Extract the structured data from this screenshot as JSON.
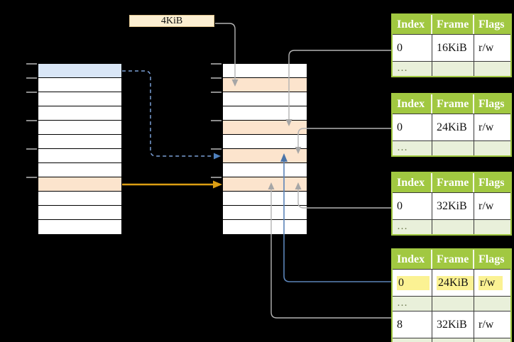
{
  "colors": {
    "green": "#a1c841",
    "row_green": "#e9f0da",
    "dots_text": "#6e7b50",
    "highlight": "#fbf293",
    "blue_fill": "#d9e6f6",
    "orange_fill": "#fce4cd",
    "cream_fill": "#fcefd2",
    "gray_line": "#b3b3b3",
    "gray_head": "#a6a6a6",
    "blue_line": "#5b84b8",
    "blue_head": "#4a74a8",
    "blue_dashed": "#7b9fd6",
    "dashed_head": "#4f81bd",
    "orange_line": "#dc9e13"
  },
  "page_size_box": {
    "label": "4KiB"
  },
  "right_tables": {
    "headers": [
      "Index",
      "Frame",
      "Flags"
    ],
    "tables": [
      {
        "rows": [
          [
            "0",
            "16KiB",
            "r/w"
          ],
          [
            "…",
            "",
            ""
          ]
        ]
      },
      {
        "rows": [
          [
            "0",
            "24KiB",
            "r/w"
          ],
          [
            "…",
            "",
            ""
          ]
        ]
      },
      {
        "rows": [
          [
            "0",
            "32KiB",
            "r/w"
          ],
          [
            "…",
            "",
            ""
          ]
        ]
      },
      {
        "rows": [
          [
            "0",
            "24KiB",
            "r/w"
          ],
          [
            "…",
            "",
            ""
          ],
          [
            "8",
            "32KiB",
            "r/w"
          ],
          [
            "…",
            "",
            ""
          ]
        ]
      }
    ]
  }
}
